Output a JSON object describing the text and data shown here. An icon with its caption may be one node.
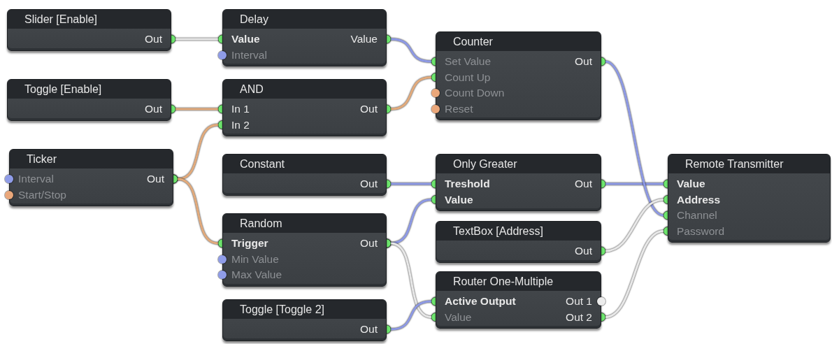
{
  "diagram": {
    "nodes": [
      {
        "text": [
          "Slider [Enable]"
        ]
      },
      {
        "text": [
          "Out"
        ],
        "in": 0
      },
      {
        "text": [
          "Delay"
        ]
      },
      {
        "text": [
          "Value"
        ],
        "in": 2
      },
      {
        "text": [
          "Interval"
        ],
        "in": 2
      },
      {
        "text": [
          "Value"
        ],
        "in": 2
      },
      {
        "text": [
          "Counter"
        ]
      },
      {
        "text": [
          "Set Value"
        ],
        "in": 6
      },
      {
        "text": [
          "Count Up"
        ],
        "in": 6
      },
      {
        "text": [
          "Count Down"
        ],
        "in": 6
      },
      {
        "text": [
          "Reset"
        ],
        "in": 6
      },
      {
        "text": [
          "Out"
        ],
        "in": 6
      },
      {
        "text": [
          "Toggle [Enable]"
        ]
      },
      {
        "text": [
          "Out"
        ],
        "in": 12
      },
      {
        "text": [
          "AND"
        ]
      },
      {
        "text": [
          "In 1"
        ],
        "in": 14
      },
      {
        "text": [
          "In 2"
        ],
        "in": 14
      },
      {
        "text": [
          "Out"
        ],
        "in": 14
      },
      {
        "text": [
          "Ticker"
        ]
      },
      {
        "text": [
          "Interval"
        ],
        "in": 18
      },
      {
        "text": [
          "Start/Stop"
        ],
        "in": 18
      },
      {
        "text": [
          "Out"
        ],
        "in": 18
      },
      {
        "text": [
          "Constant"
        ]
      },
      {
        "text": [
          "Out"
        ],
        "in": 22
      },
      {
        "text": [
          "Only Greater"
        ]
      },
      {
        "text": [
          "Treshold"
        ],
        "in": 24
      },
      {
        "text": [
          "Value"
        ],
        "in": 24
      },
      {
        "text": [
          "Out"
        ],
        "in": 24
      },
      {
        "text": [
          "Remote Transmitter"
        ]
      },
      {
        "text": [
          "Value"
        ],
        "in": 28
      },
      {
        "text": [
          "Address"
        ],
        "in": 28
      },
      {
        "text": [
          "Channel"
        ],
        "in": 28
      },
      {
        "text": [
          "Password"
        ],
        "in": 28
      },
      {
        "text": [
          "Random"
        ]
      },
      {
        "text": [
          "Trigger"
        ],
        "in": 33
      },
      {
        "text": [
          "Min Value"
        ],
        "in": 33
      },
      {
        "text": [
          "Max Value"
        ],
        "in": 33
      },
      {
        "text": [
          "Out"
        ],
        "in": 33
      },
      {
        "text": [
          "TextBox [Address]"
        ]
      },
      {
        "text": [
          "Out"
        ],
        "in": 38
      },
      {
        "text": [
          "Toggle [Toggle 2]"
        ]
      },
      {
        "text": [
          "Out"
        ],
        "in": 40
      },
      {
        "text": [
          "Router One-Multiple"
        ]
      },
      {
        "text": [
          "Active Output"
        ],
        "in": 42
      },
      {
        "text": [
          "Value"
        ],
        "in": 42
      },
      {
        "text": [
          "Out 1"
        ],
        "in": 42
      },
      {
        "text": [
          "Out 2"
        ],
        "in": 42
      }
    ],
    "edges": [
      {
        "from": 1,
        "to": 3,
        "arrow": "other",
        "color": "#e8e8e8"
      },
      {
        "from": 5,
        "to": 7,
        "arrow": "other"
      },
      {
        "from": 13,
        "to": 15,
        "arrow": "other",
        "color": "#e3ab7c"
      },
      {
        "from": 17,
        "to": 8,
        "arrow": "other",
        "color": "#e3ab7c"
      },
      {
        "from": 21,
        "to": 16,
        "arrow": "other",
        "color": "#e3ab7c"
      },
      {
        "from": 21,
        "to": 34,
        "arrow": "other",
        "color": "#e3ab7c"
      },
      {
        "from": 23,
        "to": 25,
        "arrow": "other"
      },
      {
        "from": 37,
        "to": 26,
        "arrow": "other"
      },
      {
        "from": 27,
        "to": 29,
        "arrow": "other"
      },
      {
        "from": 11,
        "to": 31,
        "arrow": "other"
      },
      {
        "from": 39,
        "to": 30,
        "arrow": "other",
        "color": "#e8e8e8"
      },
      {
        "from": 37,
        "to": 44,
        "arrow": "other",
        "color": "#e8e8e8"
      },
      {
        "from": 41,
        "to": 43,
        "arrow": "other"
      },
      {
        "from": 46,
        "to": 32,
        "arrow": "other",
        "color": "#e8e8e8"
      }
    ]
  }
}
